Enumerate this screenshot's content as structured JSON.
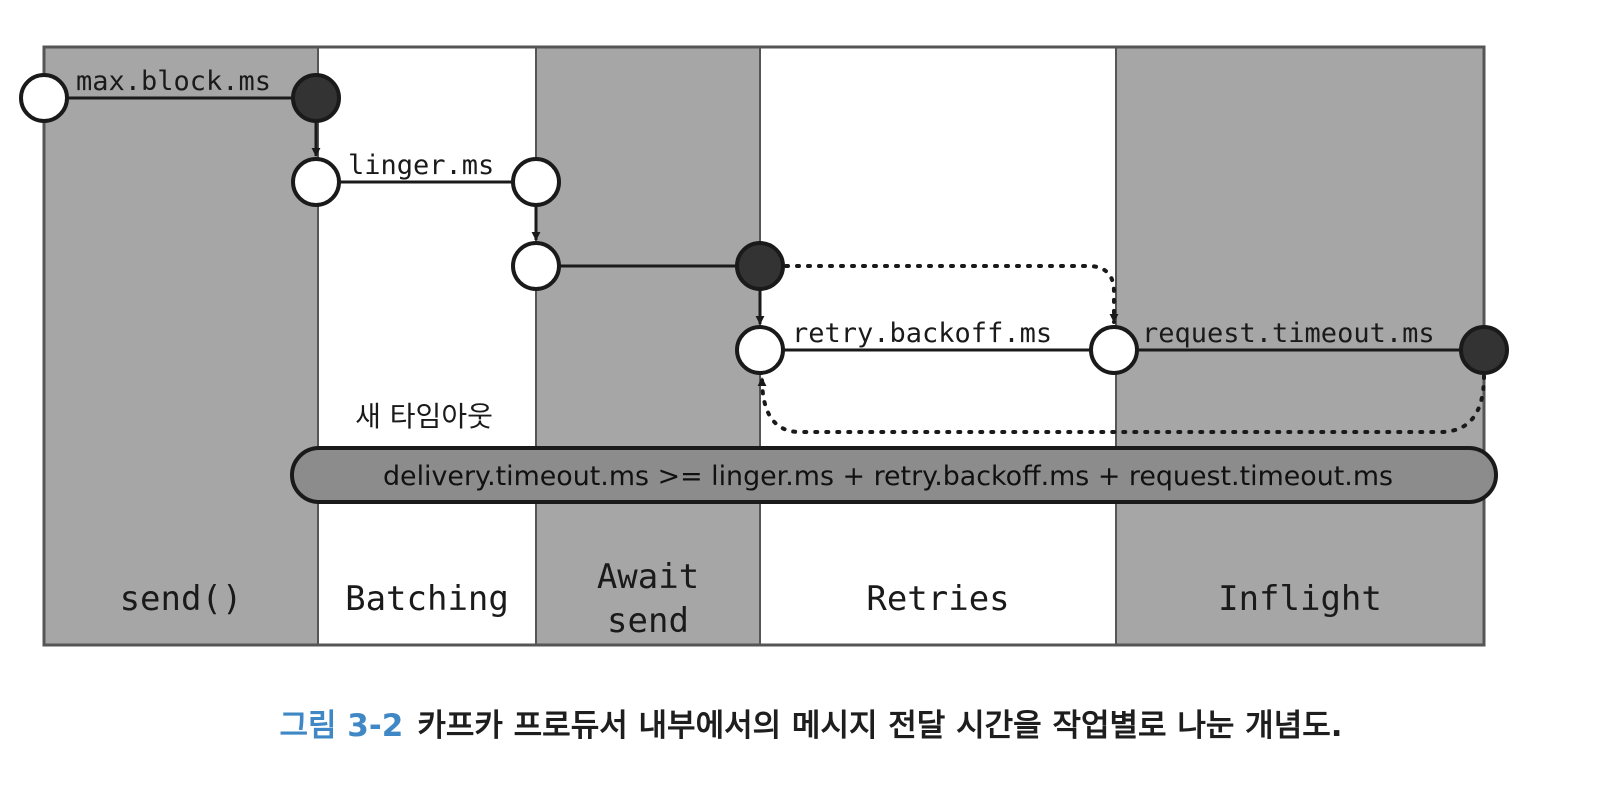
{
  "stages": [
    {
      "label_lines": [
        "send()"
      ],
      "fill": "#a6a6a6"
    },
    {
      "label_lines": [
        "Batching"
      ],
      "fill": "#ffffff"
    },
    {
      "label_lines": [
        "Await",
        "send"
      ],
      "fill": "#a6a6a6"
    },
    {
      "label_lines": [
        "Retries"
      ],
      "fill": "#ffffff"
    },
    {
      "label_lines": [
        "Inflight"
      ],
      "fill": "#a6a6a6"
    }
  ],
  "timers": {
    "max_block": "max.block.ms",
    "linger": "linger.ms",
    "retry_backoff": "retry.backoff.ms",
    "request_timeout": "request.timeout.ms"
  },
  "new_timeout_label": "새 타임아웃",
  "formula": "delivery.timeout.ms >= linger.ms + retry.backoff.ms + request.timeout.ms",
  "caption": {
    "figure_label": "그림 3-2",
    "text": "카프카 프로듀서 내부에서의 메시지 전달 시간을 작업별로 나눈 개념도."
  },
  "colors": {
    "gray_stage": "#a6a6a6",
    "white_stage": "#ffffff",
    "dark_node": "#333333",
    "line": "#1a1a1a",
    "caption_label": "#3f88c5"
  }
}
